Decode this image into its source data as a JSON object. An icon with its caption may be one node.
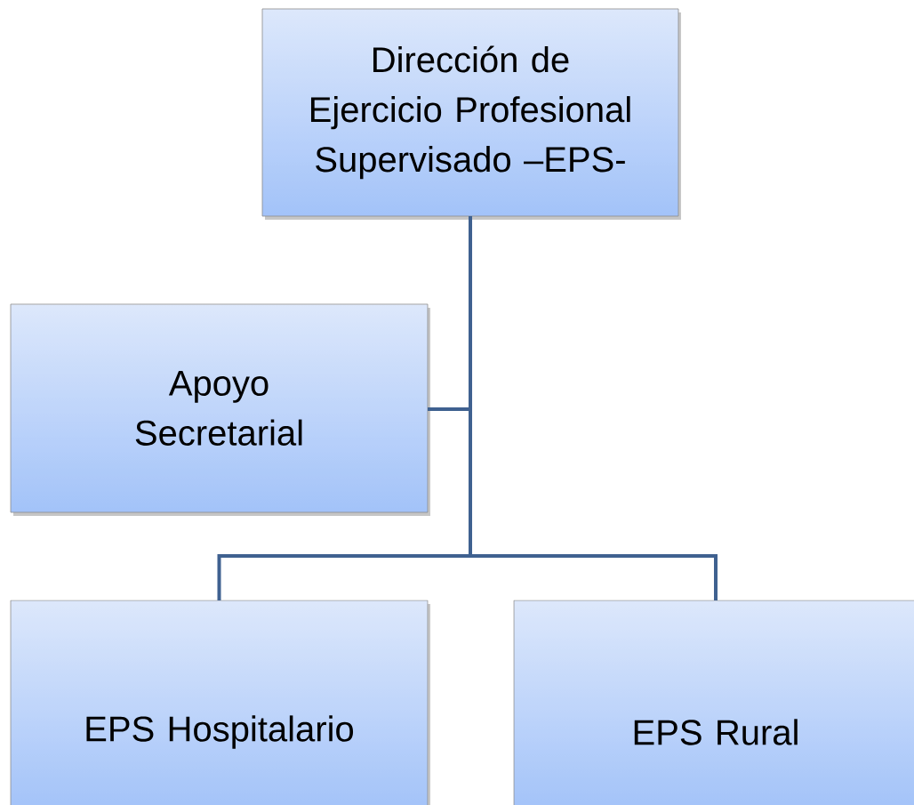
{
  "diagram": {
    "nodes": [
      {
        "text": [
          "Dirección de Ejercicio Profesional Supervisado –EPS-"
        ]
      },
      {
        "text": [
          "Apoyo Secretarial"
        ]
      },
      {
        "text": [
          "EPS Hospitalario"
        ]
      },
      {
        "text": [
          "EPS Rural"
        ]
      }
    ],
    "edges": [
      {
        "from": 0,
        "to": 1,
        "arrow": "none"
      },
      {
        "from": 0,
        "to": 2,
        "arrow": "none"
      },
      {
        "from": 0,
        "to": 3,
        "arrow": "none"
      }
    ]
  }
}
